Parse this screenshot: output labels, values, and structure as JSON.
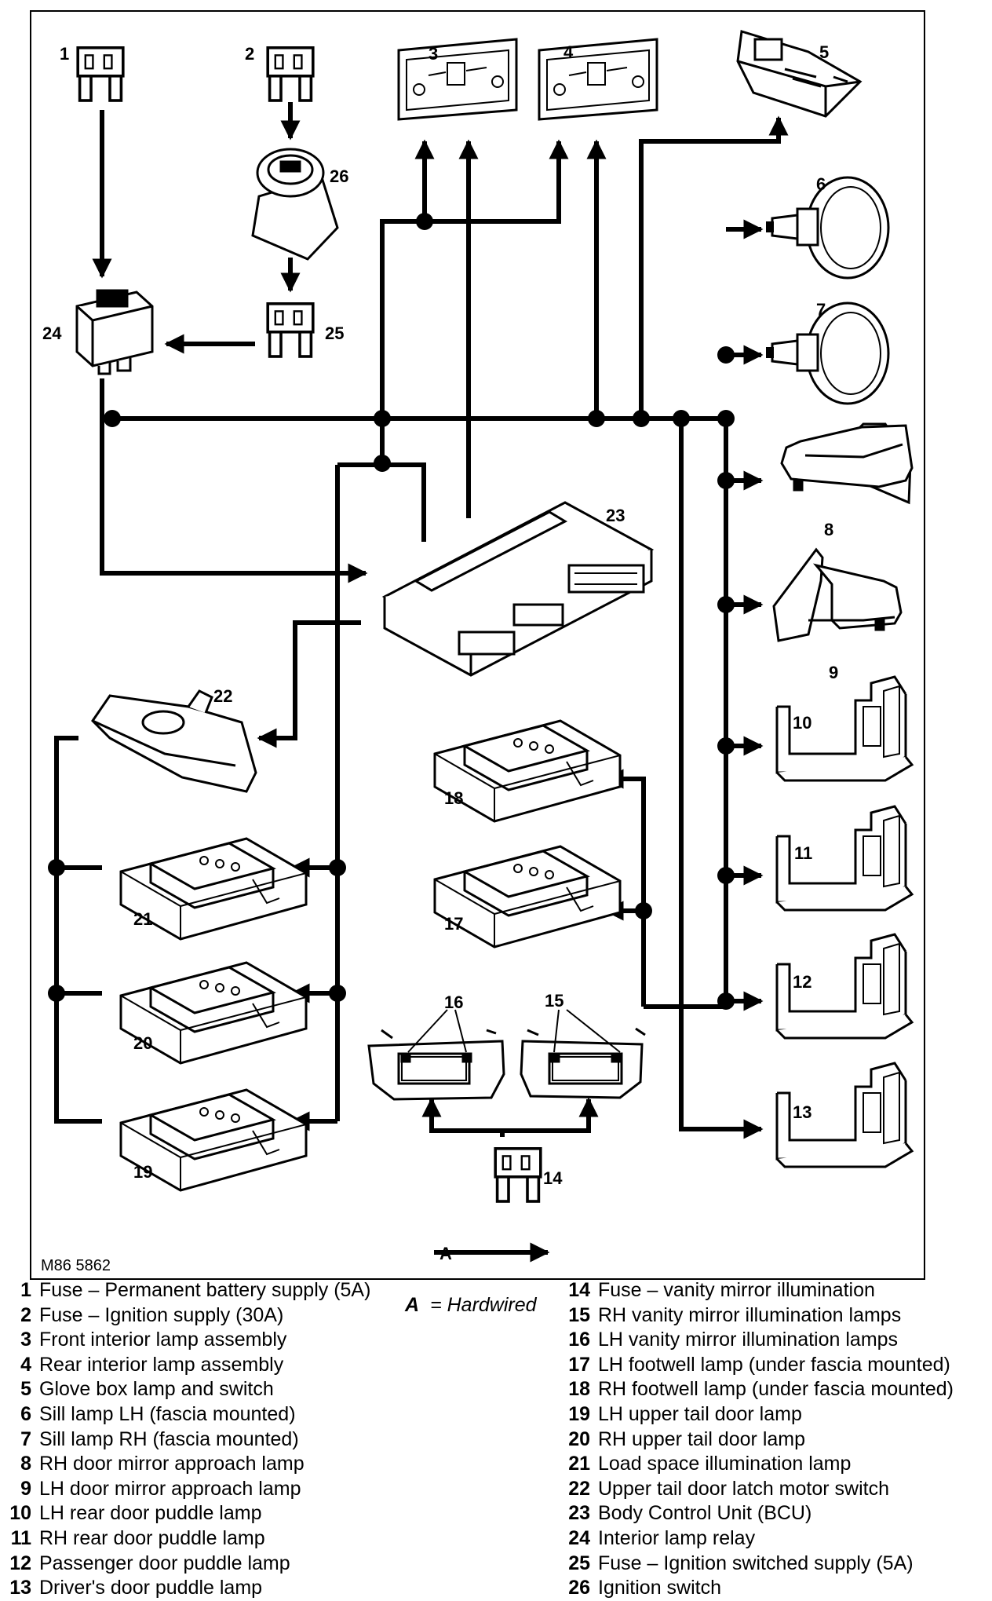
{
  "figure_ref": "M86 5862",
  "hardwired_key": {
    "letter": "A",
    "equals": "=",
    "text": "Hardwired"
  },
  "component_numbers": [
    "1",
    "2",
    "3",
    "4",
    "5",
    "6",
    "7",
    "8",
    "9",
    "10",
    "11",
    "12",
    "13",
    "14",
    "15",
    "16",
    "17",
    "18",
    "19",
    "20",
    "21",
    "22",
    "23",
    "24",
    "25",
    "26"
  ],
  "legend_left": [
    {
      "num": "1",
      "text": "Fuse – Permanent battery supply (5A)"
    },
    {
      "num": "2",
      "text": "Fuse – Ignition supply (30A)"
    },
    {
      "num": "3",
      "text": "Front interior lamp assembly"
    },
    {
      "num": "4",
      "text": "Rear interior lamp assembly"
    },
    {
      "num": "5",
      "text": "Glove box lamp and switch"
    },
    {
      "num": "6",
      "text": "Sill lamp LH (fascia mounted)"
    },
    {
      "num": "7",
      "text": "Sill lamp RH (fascia mounted)"
    },
    {
      "num": "8",
      "text": "RH door mirror approach lamp"
    },
    {
      "num": "9",
      "text": "LH door mirror approach lamp"
    },
    {
      "num": "10",
      "text": "LH rear door puddle lamp"
    },
    {
      "num": "11",
      "text": "RH rear door puddle lamp"
    },
    {
      "num": "12",
      "text": "Passenger door puddle lamp"
    },
    {
      "num": "13",
      "text": "Driver's door puddle lamp"
    }
  ],
  "legend_right": [
    {
      "num": "14",
      "text": "Fuse – vanity mirror illumination"
    },
    {
      "num": "15",
      "text": "RH vanity mirror illumination lamps"
    },
    {
      "num": "16",
      "text": "LH vanity mirror illumination lamps"
    },
    {
      "num": "17",
      "text": "LH footwell lamp (under fascia mounted)"
    },
    {
      "num": "18",
      "text": "RH footwell lamp (under fascia mounted)"
    },
    {
      "num": "19",
      "text": "LH upper tail door lamp"
    },
    {
      "num": "20",
      "text": "RH upper tail door lamp"
    },
    {
      "num": "21",
      "text": "Load space illumination lamp"
    },
    {
      "num": "22",
      "text": "Upper tail door latch motor switch"
    },
    {
      "num": "23",
      "text": "Body Control Unit (BCU)"
    },
    {
      "num": "24",
      "text": "Interior lamp relay"
    },
    {
      "num": "25",
      "text": "Fuse – Ignition switched supply (5A)"
    },
    {
      "num": "26",
      "text": "Ignition switch"
    }
  ]
}
